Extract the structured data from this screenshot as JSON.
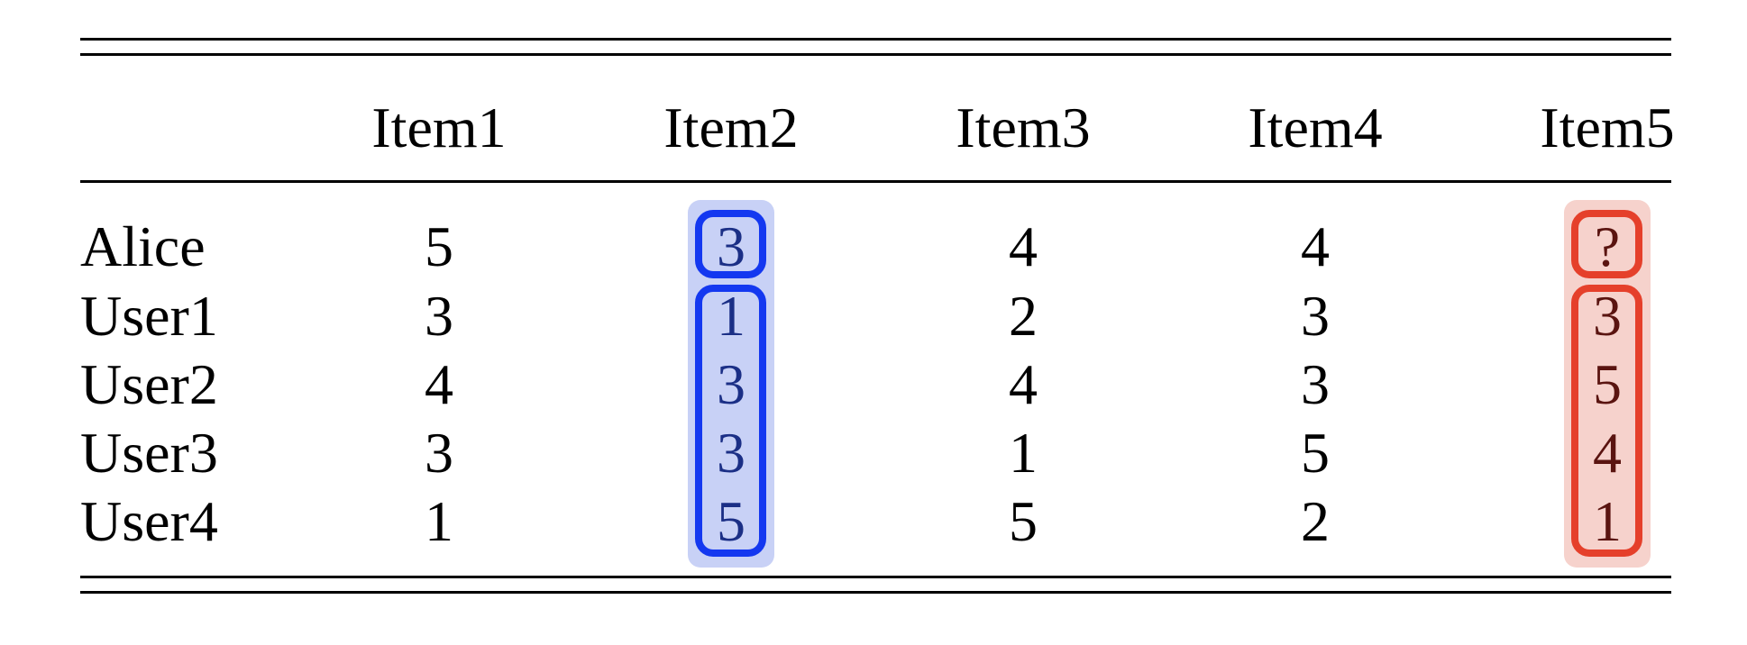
{
  "table": {
    "columns": [
      "Item1",
      "Item2",
      "Item3",
      "Item4",
      "Item5"
    ],
    "rows": [
      {
        "label": "Alice",
        "values": [
          "5",
          "3",
          "4",
          "4",
          "?"
        ]
      },
      {
        "label": "User1",
        "values": [
          "3",
          "1",
          "2",
          "3",
          "3"
        ]
      },
      {
        "label": "User2",
        "values": [
          "4",
          "3",
          "4",
          "3",
          "5"
        ]
      },
      {
        "label": "User3",
        "values": [
          "3",
          "3",
          "1",
          "5",
          "4"
        ]
      },
      {
        "label": "User4",
        "values": [
          "1",
          "5",
          "5",
          "2",
          "1"
        ]
      }
    ]
  },
  "highlights": {
    "item2": {
      "column": "Item2",
      "fill": "#c8d1f6",
      "stroke": "#1438f0"
    },
    "item5": {
      "column": "Item5",
      "fill": "#f6d2cc",
      "stroke": "#e5402b"
    }
  }
}
